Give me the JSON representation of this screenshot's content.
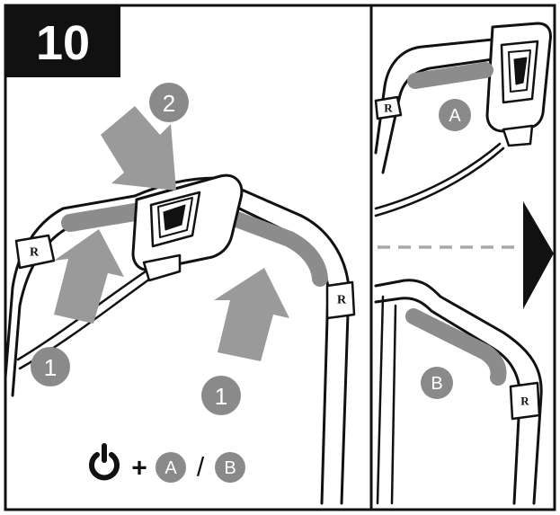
{
  "step": {
    "number": "10"
  },
  "labels": {
    "press_step_1": "1",
    "press_step_2": "2",
    "position_a": "A",
    "position_b": "B"
  },
  "legend": {
    "plus": "+",
    "option_a": "A",
    "separator": "/",
    "option_b": "B",
    "icon": "power-icon"
  },
  "colors": {
    "line": "#111111",
    "badge": "#8a8a8a",
    "grip": "#8c8c8c",
    "arrow": "#9a9a9a",
    "dashed": "#a8a8a8",
    "right_arrow": "#111111"
  }
}
